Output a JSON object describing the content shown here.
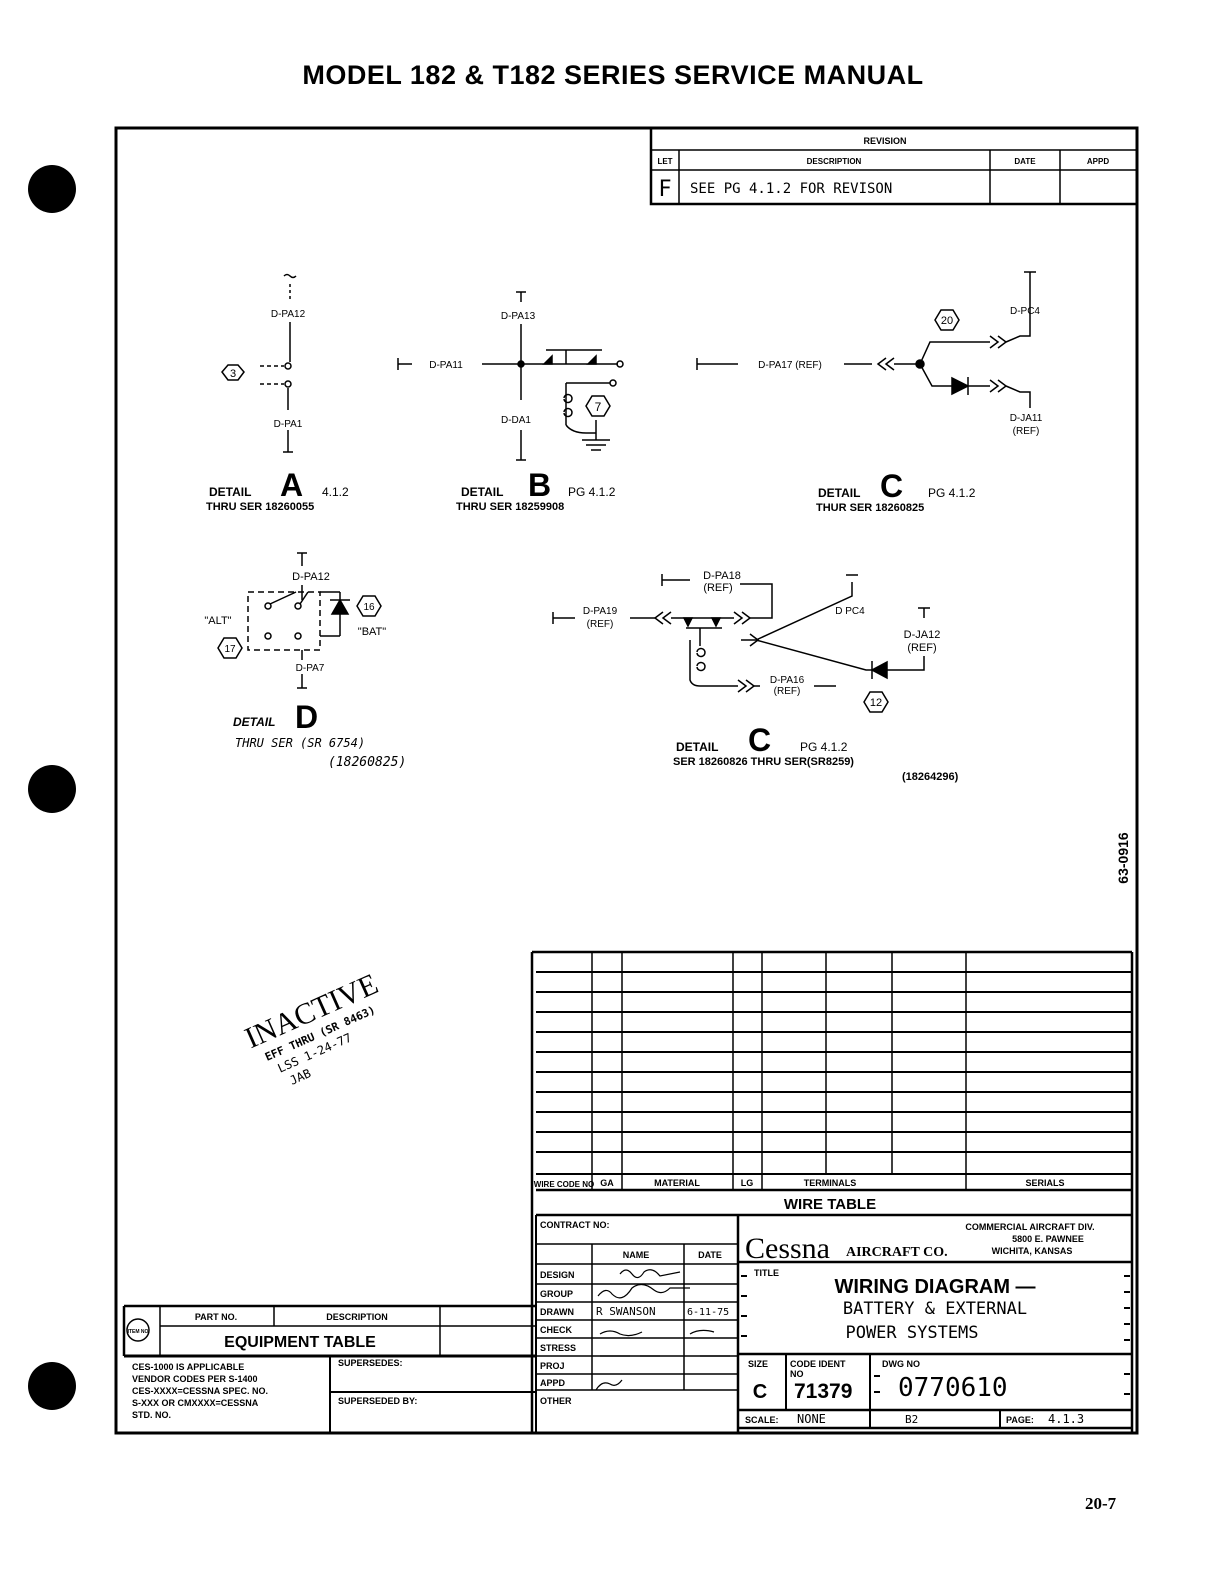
{
  "header": {
    "title": "MODEL 182 & T182 SERIES SERVICE MANUAL"
  },
  "page_number": "20-7",
  "revision_block": {
    "title": "REVISION",
    "headers": [
      "LET",
      "DESCRIPTION",
      "DATE",
      "APPD"
    ],
    "letter": "F",
    "description": "SEE PG 4.1.2 FOR REVISON"
  },
  "details": {
    "a": {
      "labels": [
        "D-PA12",
        "D-PA1",
        "3"
      ],
      "word": "DETAIL",
      "letter": "A",
      "page": "4.1.2",
      "serial": "THRU SER 18260055"
    },
    "b": {
      "labels": [
        "D-PA13",
        "D-PA11",
        "D-DA1",
        "7"
      ],
      "word": "DETAIL",
      "letter": "B",
      "page": "PG 4.1.2",
      "serial": "THRU SER 18259908"
    },
    "c1": {
      "labels": [
        "D-PA17 (REF)",
        "D-PC4",
        "D-JA11",
        "(REF)",
        "20"
      ],
      "word": "DETAIL",
      "letter": "C",
      "page": "PG 4.1.2",
      "serial": "THUR SER 18260825"
    },
    "d": {
      "labels": [
        "D-PA12",
        "\"ALT\"",
        "\"BAT\"",
        "D-PA7",
        "16",
        "17"
      ],
      "word": "DETAIL",
      "letter": "D",
      "serial": "THRU SER (SR 6754)",
      "serial2": "(18260825)"
    },
    "c2": {
      "labels": [
        "D-PA18",
        "(REF)",
        "D-PA19",
        "(REF)",
        "D PC4",
        "D-JA12",
        "(REF)",
        "D-PA16",
        "(REF)",
        "12"
      ],
      "word": "DETAIL",
      "letter": "C",
      "page": "PG 4.1.2",
      "serial": "SER 18260826 THRU SER(SR8259)",
      "serial2": "(18264296)"
    }
  },
  "side_code": "63-0916",
  "stamp": {
    "line1": "INACTIVE",
    "line2": "EFF THRU (SR 8463)",
    "line3": "LSS 1-24-77",
    "line4": "JAB"
  },
  "wire_table": {
    "headers": [
      "WIRE CODE NO",
      "GA",
      "MATERIAL",
      "LG",
      "TERMINALS",
      "SERIALS"
    ],
    "title": "WIRE TABLE"
  },
  "title_block": {
    "contract": "CONTRACT NO:",
    "name_header": "NAME",
    "date_header": "DATE",
    "rows": [
      {
        "label": "DESIGN",
        "name": "",
        "date": ""
      },
      {
        "label": "GROUP",
        "name": "",
        "date": ""
      },
      {
        "label": "DRAWN",
        "name": "R SWANSON",
        "date": "6-11-75"
      },
      {
        "label": "CHECK",
        "name": "",
        "date": ""
      },
      {
        "label": "STRESS",
        "name": "",
        "date": ""
      },
      {
        "label": "PROJ",
        "name": "",
        "date": ""
      },
      {
        "label": "APPD",
        "name": "",
        "date": ""
      },
      {
        "label": "OTHER",
        "name": "",
        "date": ""
      }
    ],
    "company": "Cessna",
    "company_suffix": "AIRCRAFT CO.",
    "division": [
      "COMMERCIAL AIRCRAFT DIV.",
      "5800 E. PAWNEE",
      "WICHITA, KANSAS"
    ],
    "title_label": "TITLE",
    "title_lines": [
      "WIRING DIAGRAM —",
      "BATTERY & EXTERNAL",
      "POWER SYSTEMS"
    ],
    "size_label": "SIZE",
    "size": "C",
    "code_ident_label": "CODE IDENT",
    "code_ident_no": "NO",
    "code_ident": "71379",
    "dwg_label": "DWG NO",
    "dwg_no": "0770610",
    "scale_label": "SCALE:",
    "scale": "NONE",
    "mid": "B2",
    "page_label": "PAGE:",
    "page": "4.1.3"
  },
  "equipment_block": {
    "part_no": "PART NO.",
    "description": "DESCRIPTION",
    "title": "EQUIPMENT TABLE",
    "badge": "ITEM NO",
    "notes": [
      "CES-1000 IS APPLICABLE",
      "VENDOR CODES PER S-1400",
      "CES-XXXX=CESSNA SPEC. NO.",
      "S-XXX OR CMXXXX=CESSNA",
      "STD. NO."
    ],
    "supersedes": "SUPERSEDES:",
    "superseded_by": "SUPERSEDED BY:"
  }
}
